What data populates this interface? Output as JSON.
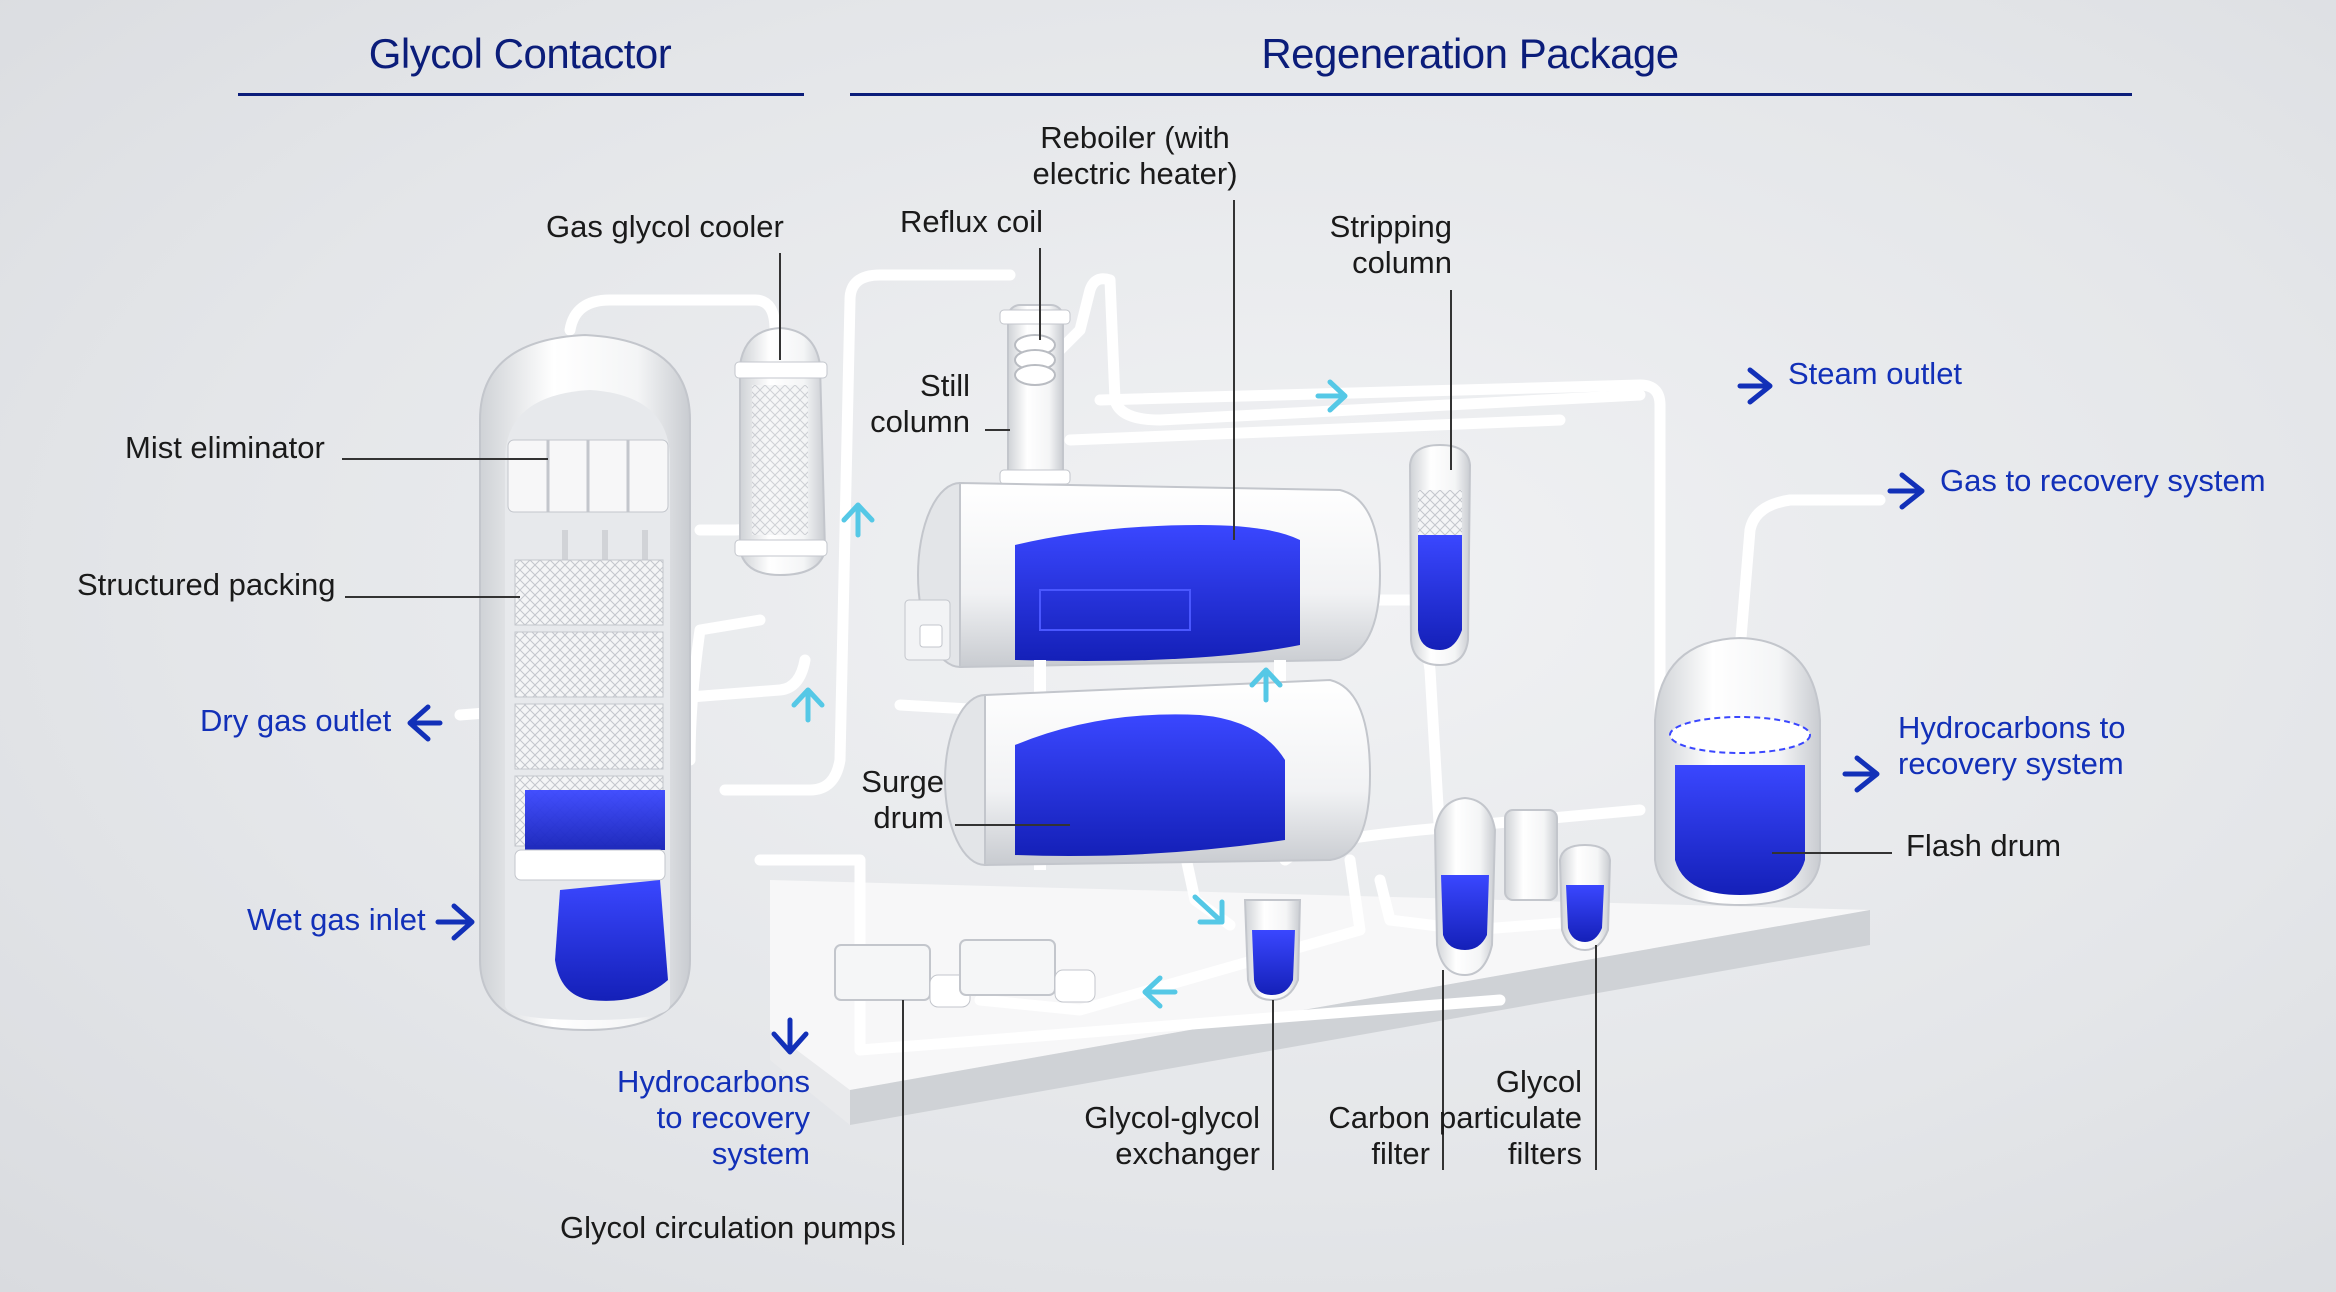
{
  "headers": {
    "contactor": "Glycol Contactor",
    "regeneration": "Regeneration Package"
  },
  "labels": {
    "gas_glycol_cooler": "Gas glycol cooler",
    "reflux_coil": "Reflux coil",
    "reboiler_line1": "Reboiler (with",
    "reboiler_line2": "electric heater)",
    "stripping_line1": "Stripping",
    "stripping_line2": "column",
    "still_line1": "Still",
    "still_line2": "column",
    "mist_eliminator": "Mist eliminator",
    "structured_packing": "Structured packing",
    "surge_line1": "Surge",
    "surge_line2": "drum",
    "flash_drum": "Flash drum",
    "glycol_exchanger_line1": "Glycol-glycol",
    "glycol_exchanger_line2": "exchanger",
    "carbon_line1": "Carbon",
    "carbon_line2": "filter",
    "particulate_line1": "Glycol",
    "particulate_line2": "particulate",
    "particulate_line3": "filters",
    "circulation_pumps": "Glycol circulation pumps"
  },
  "flows": {
    "steam_outlet": "Steam outlet",
    "gas_to_recovery": "Gas to recovery system",
    "hc_recovery_right_line1": "Hydrocarbons to",
    "hc_recovery_right_line2": "recovery system",
    "dry_gas_outlet": "Dry gas outlet",
    "wet_gas_inlet": "Wet gas inlet",
    "hc_recovery_bottom_line1": "Hydrocarbons",
    "hc_recovery_bottom_line2": "to recovery",
    "hc_recovery_bottom_line3": "system"
  },
  "colors": {
    "header": "#0b1d7a",
    "flow_label": "#1230b8",
    "glycol": "#1f2fe0",
    "flow_arrow_light": "#55c8e6"
  }
}
